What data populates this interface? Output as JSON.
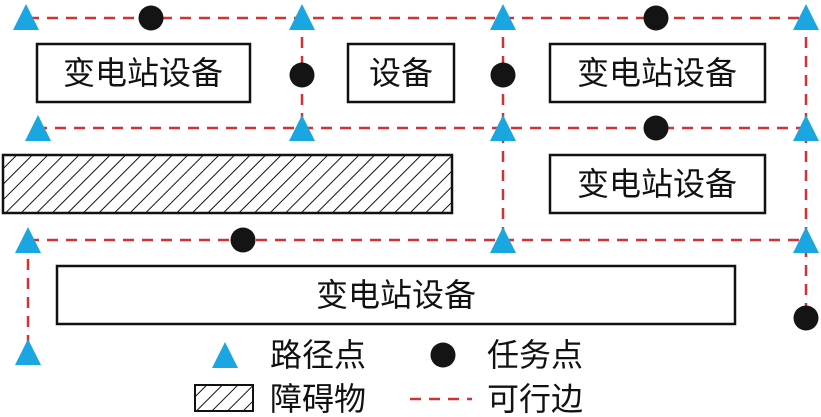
{
  "equipment_labels": {
    "top_left": "变电站设备",
    "top_middle": "设备",
    "top_right": "变电站设备",
    "middle_right": "变电站设备",
    "bottom": "变电站设备"
  },
  "legend": {
    "path_point": "路径点",
    "task_point": "任务点",
    "obstacle": "障碍物",
    "feasible_edge": "可行边"
  },
  "colors": {
    "path_point": "#1aa7e1",
    "task_point": "#141414",
    "edge": "#d03236"
  }
}
